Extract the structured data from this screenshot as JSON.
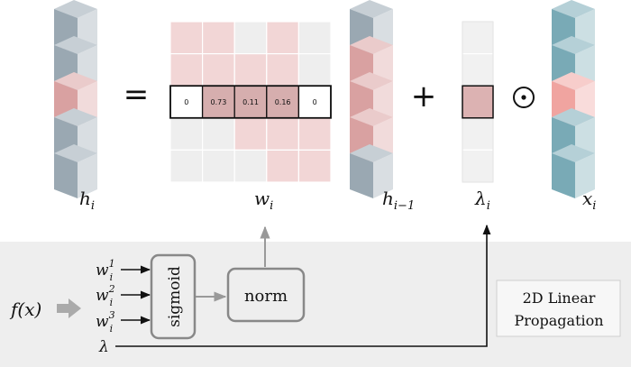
{
  "colors": {
    "bottom_panel": "#eeeeee",
    "block_gray": "#9aa8b2",
    "block_pink": "#d9a1a1",
    "block_teal": "#79aab6",
    "block_salmon": "#f0a4a0",
    "matrix_pink": "#f2d6d6",
    "matrix_gray": "#eeeeee",
    "row_cell_pink": "#d6aeae",
    "lambda_fill": "#dcb2b2",
    "arrow": "#999999"
  },
  "equation": {
    "equals": "=",
    "plus": "+",
    "odot": "⊙",
    "h_i": {
      "base": "h",
      "sub": "i"
    },
    "w_i": {
      "base": "w",
      "sub": "i"
    },
    "h_prev": {
      "base": "h",
      "sub": "i−1"
    },
    "lambda_i": {
      "base": "λ",
      "sub": "i"
    },
    "x_i": {
      "base": "x",
      "sub": "i"
    }
  },
  "weights_row": [
    "0",
    "0.73",
    "0.11",
    "0.16",
    "0"
  ],
  "propagation": {
    "fx": "f(x)",
    "inputs": [
      {
        "base": "w",
        "sub": "i",
        "sup": "1"
      },
      {
        "base": "w",
        "sub": "i",
        "sup": "2"
      },
      {
        "base": "w",
        "sub": "i",
        "sup": "3"
      }
    ],
    "lambda": "λ",
    "sigmoid": "sigmoid",
    "norm": "norm",
    "label_line1": "2D Linear",
    "label_line2": "Propagation"
  }
}
